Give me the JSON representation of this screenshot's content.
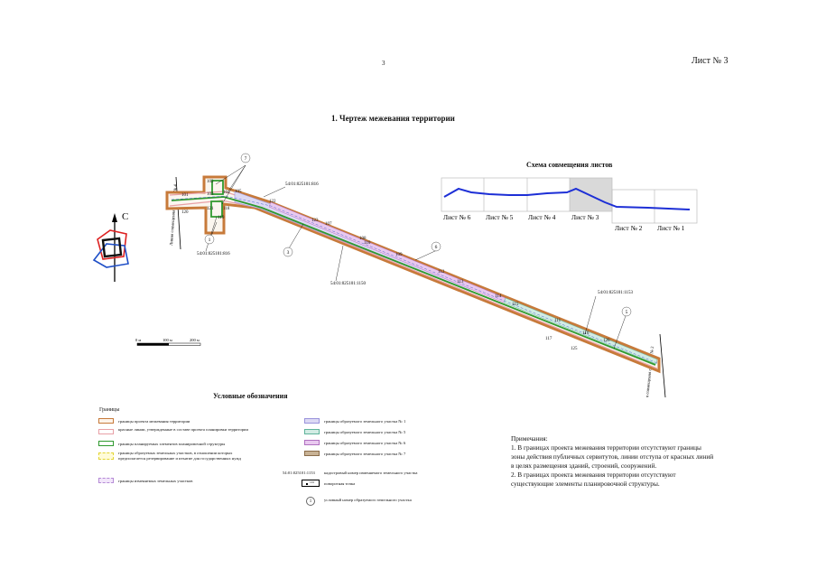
{
  "page_number": "3",
  "sheet_label": "Лист № 3",
  "title": "1. Чертеж  межевания территории",
  "scheme": {
    "title": "Схема совмещения листов",
    "sheets_top": [
      "Лист № 6",
      "Лист № 5",
      "Лист № 4",
      "Лист № 3"
    ],
    "sheets_bottom": [
      "Лист № 2",
      "Лист № 1"
    ]
  },
  "drawing": {
    "compass": "С",
    "side_label_left": "Линия совмещения с листом № 4",
    "side_label_right": "Линия совмещения с листом № 2",
    "cadastral": [
      "54:01:025101:816",
      "54:01:025101:816",
      "54:01:025101:1150",
      "54:01:025101:1153"
    ],
    "circle_numbers": [
      "7",
      "1",
      "3",
      "6",
      "5"
    ],
    "point_labels": [
      "101",
      "120",
      "102",
      "103",
      "104",
      "105",
      "121",
      "118",
      "119",
      "122",
      "123",
      "107",
      "108",
      "110",
      "109",
      "112",
      "113",
      "114",
      "115",
      "111",
      "116",
      "117",
      "126",
      "125"
    ],
    "scale": [
      "0 м",
      "100 м",
      "200 м"
    ]
  },
  "legend": {
    "title": "Условные обозначения",
    "borders_head": "Границы",
    "left_items": [
      "границы проекта межевания территории",
      "красные линии, утвержденные в составе проекта планировки территории",
      "границы планируемых элементов планировочной структуры",
      "границы образуемых земельных участков, в отношении которых предполагается резервирование и изъятие для государственных нужд",
      "границы изменяемых земельных участков"
    ],
    "right_items": [
      "границы образуемого земельного участка № 1",
      "границы образуемого земельного участка № 5",
      "границы образуемого земельного участка № 6",
      "границы образуемого земельного участка № 7"
    ],
    "cadastral_example": "54:01:025101:1153",
    "cadastral_desc": "кадастровый номер изменяемого земельного участка",
    "point_example": "101",
    "point_desc": "поворотная точка",
    "circle_example": "1",
    "circle_desc": "условный номер образуемого земельного участка"
  },
  "notes": {
    "heading": "Примечания:",
    "items": [
      "1. В границах проекта межевания территории отсутствуют границы зоны действия публичных сервитутов, линии отступа от красных линий в целях размещения зданий, строений, сооружений.",
      "2. В границах проекта межевания территории отсутствуют существующие элементы планировочной структуры."
    ]
  },
  "colors": {
    "project_border": "#c77a3a",
    "red_line": "#e8a0a6",
    "structure": "#2f9a2f",
    "reserve": "#f2e85a",
    "plot1": "#c9c6ee",
    "plot5": "#c8e8dd",
    "plot6": "#ddb6e6",
    "plot7": "#b39a7a",
    "scheme_line": "#1d2fd6"
  }
}
